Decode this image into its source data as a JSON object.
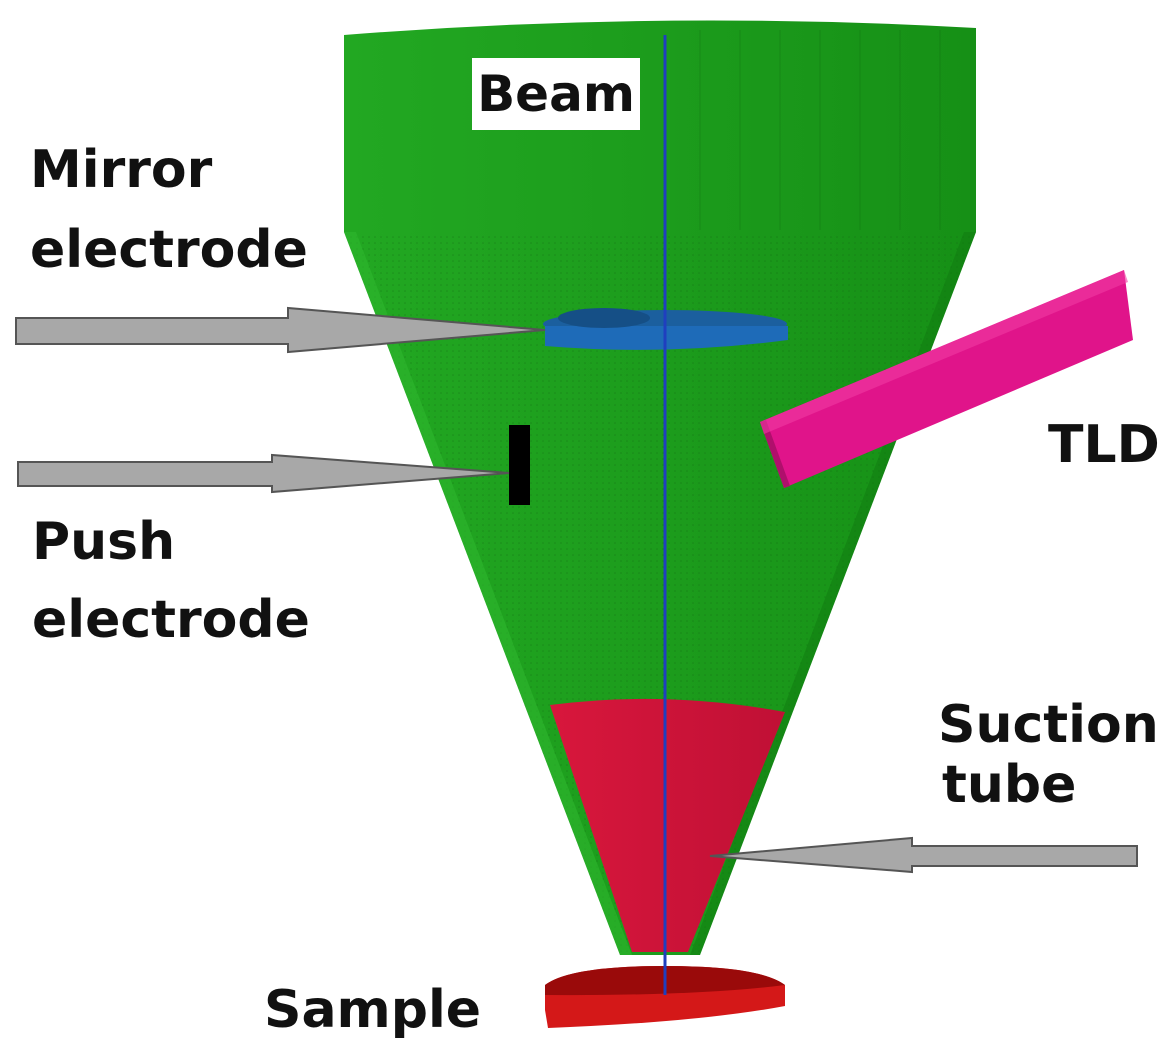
{
  "labels": {
    "beam": "Beam",
    "mirror_line1": "Mirror",
    "mirror_line2": "electrode",
    "push_line1": "Push",
    "push_line2": "electrode",
    "tld": "TLD",
    "suction_line1": "Suction",
    "suction_line2": "tube",
    "sample": "Sample"
  },
  "colors": {
    "cone": "#1fa31f",
    "cone_dark": "#168a16",
    "suction_tube": "#d4153a",
    "mirror_electrode": "#1e6bb8",
    "push_electrode": "#000000",
    "tld": "#e0148a",
    "beam_line": "#1f3fbf",
    "arrow": "#a8a8a8",
    "sample": "#d41818"
  }
}
